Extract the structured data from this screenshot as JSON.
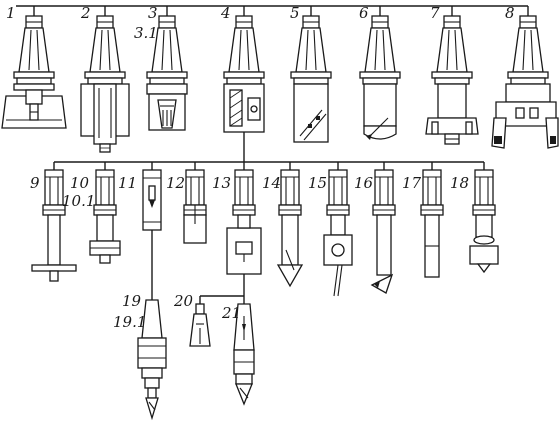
{
  "labels": {
    "t1": "1",
    "t2": "2",
    "t3": "3",
    "t3_1": "3.1",
    "t4": "4",
    "t5": "5",
    "t6": "6",
    "t7": "7",
    "t8": "8",
    "t9": "9",
    "t10": "10",
    "t10_1": "10.1",
    "t11": "11",
    "t12": "12",
    "t13": "13",
    "t14": "14",
    "t15": "15",
    "t16": "16",
    "t17": "17",
    "t18": "18",
    "t19": "19",
    "t19_1": "19.1",
    "t20": "20",
    "t21": "21"
  }
}
